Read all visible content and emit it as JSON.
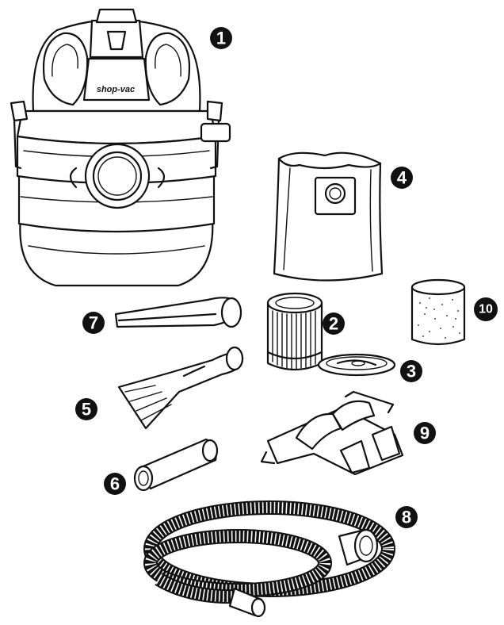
{
  "brand_label": "shop-vac",
  "colors": {
    "ink": "#111111",
    "paper": "#ffffff"
  },
  "callouts": [
    {
      "id": "vac",
      "number": "1"
    },
    {
      "id": "cartridge-filter",
      "number": "2"
    },
    {
      "id": "filter-lid",
      "number": "3"
    },
    {
      "id": "filter-bag",
      "number": "4"
    },
    {
      "id": "utility-nozzle",
      "number": "5"
    },
    {
      "id": "extension-wand",
      "number": "6"
    },
    {
      "id": "crevice-tool",
      "number": "7"
    },
    {
      "id": "hose",
      "number": "8"
    },
    {
      "id": "accessory-holder",
      "number": "9"
    },
    {
      "id": "foam-sleeve",
      "number": "10"
    }
  ]
}
